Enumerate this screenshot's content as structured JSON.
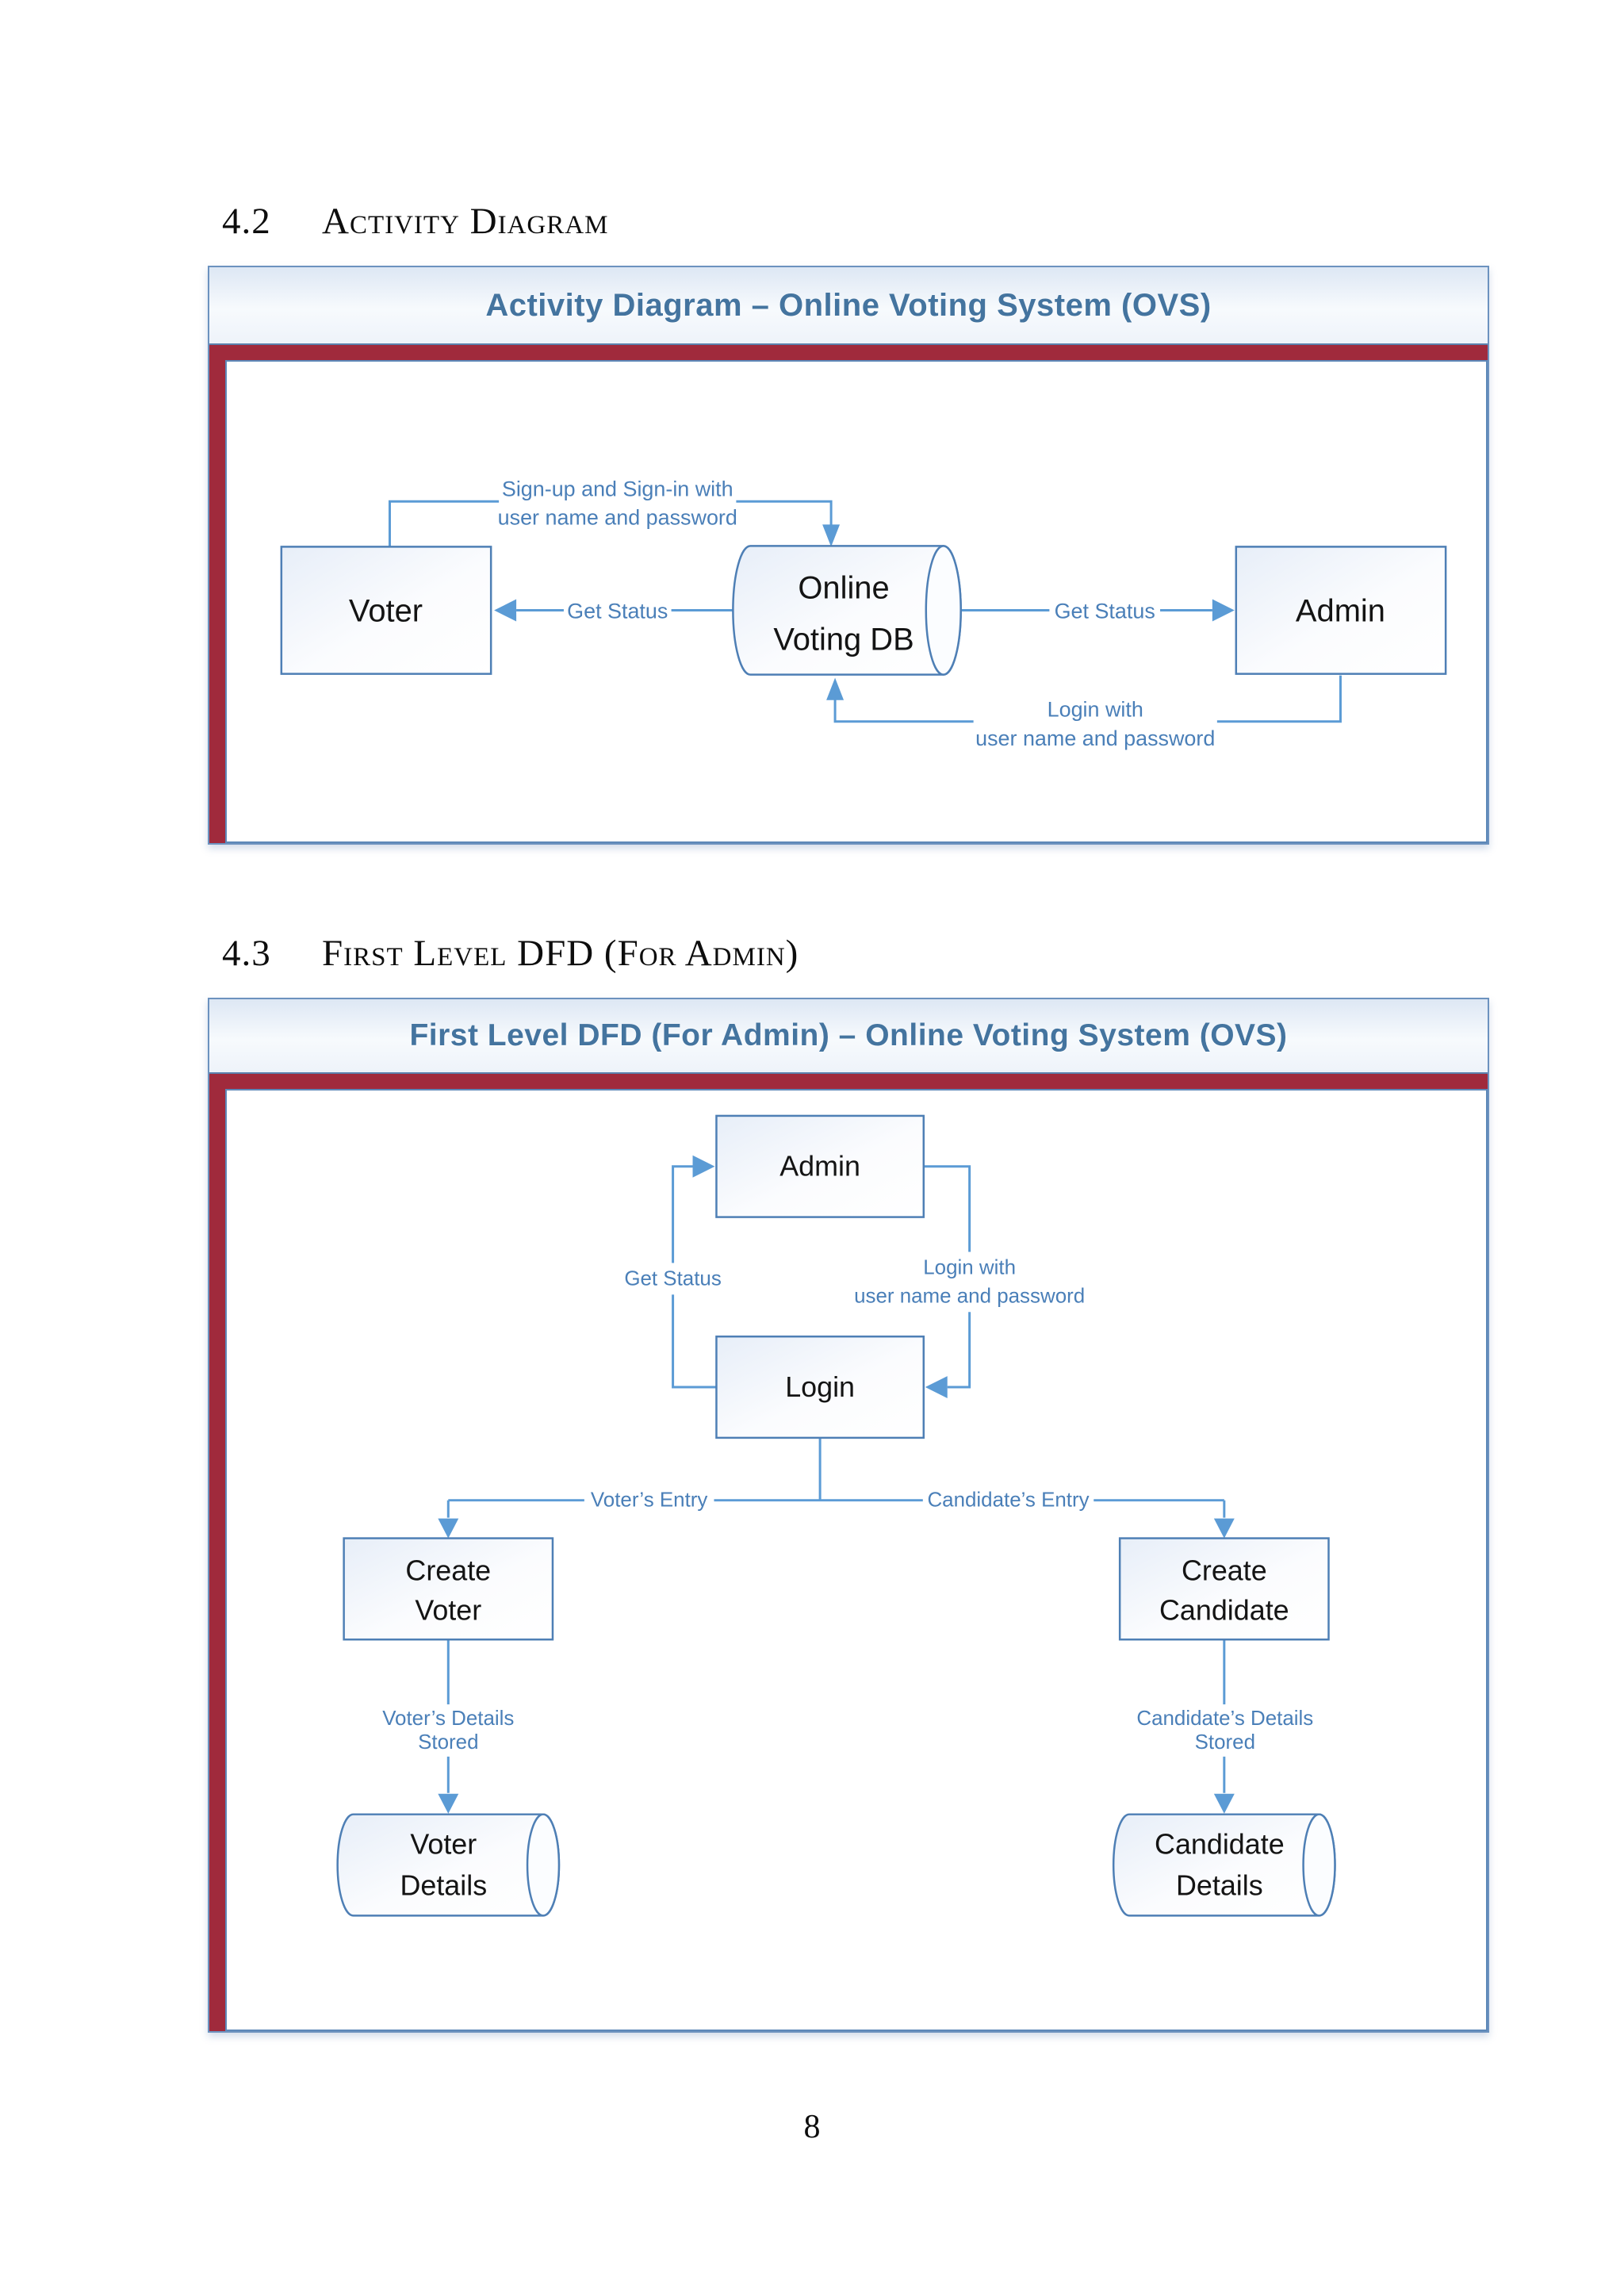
{
  "page": {
    "number": "8"
  },
  "sections": [
    {
      "number": "4.2",
      "title": "Activity Diagram"
    },
    {
      "number": "4.3",
      "title": "First Level DFD (For Admin)"
    }
  ],
  "colors": {
    "accent_red_bar": "#a02a3c",
    "frame_border_blue": "#6c92bf",
    "diagram_line_blue": "#5b9bd5",
    "label_text_blue": "#4a7fb8",
    "title_text_blue": "#44749f"
  },
  "diagram1": {
    "title": "Activity Diagram – Online Voting System (OVS)",
    "nodes": {
      "voter": "Voter",
      "db_line1": "Online",
      "db_line2": "Voting DB",
      "admin": "Admin"
    },
    "labels": {
      "signup_line1": "Sign-up and Sign-in with",
      "signup_line2": "user name and password",
      "get_status_left": "Get Status",
      "get_status_right": "Get Status",
      "login_line1": "Login with",
      "login_line2": "user name and password"
    }
  },
  "diagram2": {
    "title": "First Level DFD (For Admin) – Online Voting System (OVS)",
    "nodes": {
      "admin": "Admin",
      "login": "Login",
      "create_voter_line1": "Create",
      "create_voter_line2": "Voter",
      "create_candidate_line1": "Create",
      "create_candidate_line2": "Candidate",
      "voter_details_line1": "Voter",
      "voter_details_line2": "Details",
      "candidate_details_line1": "Candidate",
      "candidate_details_line2": "Details"
    },
    "labels": {
      "get_status": "Get Status",
      "login_line1": "Login with",
      "login_line2": "user name and password",
      "voters_entry": "Voter’s Entry",
      "candidates_entry": "Candidate’s Entry",
      "voter_stored_line1": "Voter’s Details",
      "voter_stored_line2": "Stored",
      "candidate_stored_line1": "Candidate’s Details",
      "candidate_stored_line2": "Stored"
    }
  }
}
